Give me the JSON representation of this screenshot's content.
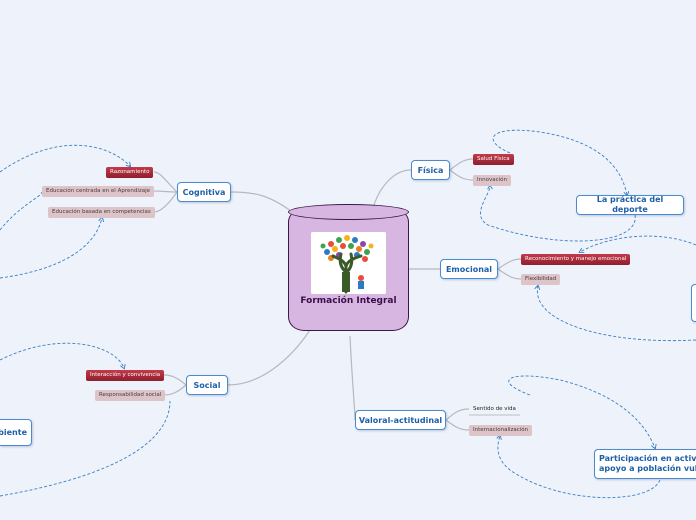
{
  "central": {
    "label": "Formación Integral"
  },
  "branches": {
    "cognitiva": {
      "label": "Cognitiva",
      "tags": [
        "Razonamiento",
        "Educación centrada en el Aprendizaje",
        "Educación basada en competencias"
      ]
    },
    "fisica": {
      "label": "Física",
      "tags": [
        "Salud Física",
        "Innovación"
      ]
    },
    "emocional": {
      "label": "Emocional",
      "tags": [
        "Reconocimiento y manejo emocional",
        "Flexibilidad"
      ]
    },
    "social": {
      "label": "Social",
      "tags": [
        "Interacción y convivencia",
        "Responsabilidad social"
      ]
    },
    "valoral": {
      "label": "Valoral-actitudinal",
      "tags": [
        "Sentido de vida",
        "Internacionalización"
      ]
    }
  },
  "linked_topics": {
    "deporte": "La práctica del deporte",
    "participacion_line1": "Participación en activida",
    "participacion_line2": "apoyo a población vulne",
    "ambiente_partial": "biente"
  },
  "colors": {
    "background": "#eef2fb",
    "central_fill": "#d8b6e2",
    "central_border": "#3e1747",
    "node_border": "#4a8ad0",
    "node_text": "#1f5fa8",
    "tag_red": "#a82a3a",
    "tag_pink": "#dcc4c9",
    "connector": "#b8b8c0",
    "link_dashed": "#3a7fc4"
  }
}
